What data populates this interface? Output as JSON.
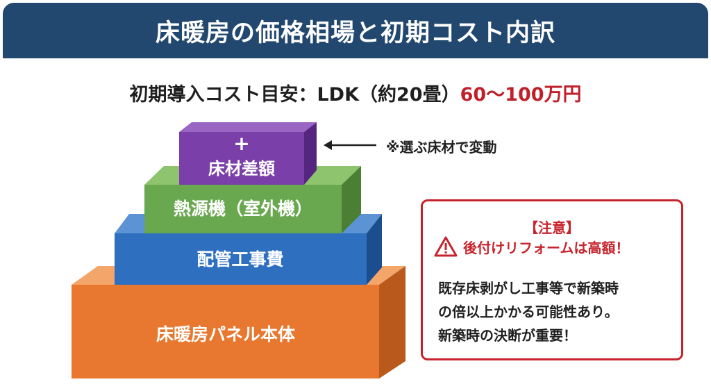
{
  "header": {
    "title": "床暖房の価格相場と初期コスト内訳"
  },
  "subtitle": {
    "text": "初期導入コスト目安：LDK（約20畳）",
    "highlight": "60〜100万円"
  },
  "pyramid": {
    "levels": [
      {
        "label": "床暖房パネル本体",
        "color": "#e8782f"
      },
      {
        "label": "配管工事費",
        "color": "#2e6fc0"
      },
      {
        "label": "熱源機（室外機）",
        "color": "#6aa84f"
      },
      {
        "label": "床材差額",
        "plus": "+",
        "color": "#7a3fa8"
      }
    ]
  },
  "annotation": {
    "text": "※選ぶ床材で変動"
  },
  "warning": {
    "title": "【注意】",
    "headline": "後付けリフォームは高額！",
    "lines": [
      "既存床剥がし工事等で新築時",
      "の倍以上かかる可能性あり。",
      "新築時の決断が重要！"
    ],
    "color": "#c8232c"
  }
}
